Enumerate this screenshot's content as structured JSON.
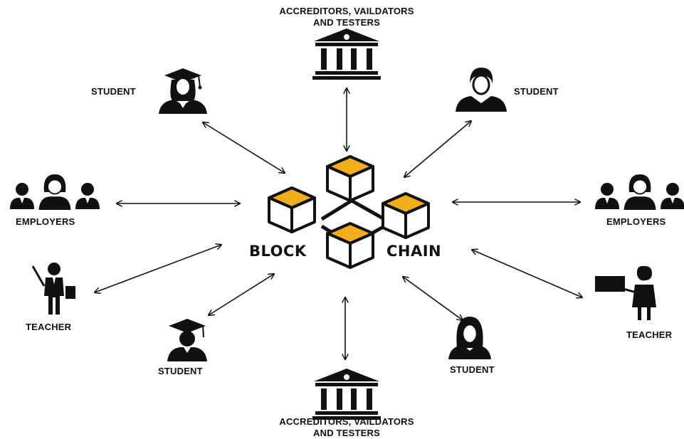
{
  "colors": {
    "ink": "#111111",
    "cube_top": "#f2ad1c",
    "cube_face": "#ffffff",
    "background": "#ffffff"
  },
  "center": {
    "word_left": "BLOCK",
    "word_right": "CHAIN",
    "icon": "blockchain-cubes-icon"
  },
  "nodes": {
    "accreditors_top": {
      "line1": "ACCREDITORS, VAILDATORS",
      "line2": "AND TESTERS",
      "icon": "institution-building-icon"
    },
    "student_top_left": {
      "label": "STUDENT",
      "icon": "graduate-female-icon"
    },
    "student_top_right": {
      "label": "STUDENT",
      "icon": "student-male-icon"
    },
    "employers_left": {
      "label": "EMPLOYERS",
      "icon": "people-group-icon"
    },
    "employers_right": {
      "label": "EMPLOYERS",
      "icon": "people-group-icon"
    },
    "teacher_left": {
      "label": "TEACHER",
      "icon": "teacher-male-pointer-icon"
    },
    "teacher_right": {
      "label": "TEACHER",
      "icon": "teacher-female-board-icon"
    },
    "student_bottom_left": {
      "label": "STUDENT",
      "icon": "graduate-male-icon"
    },
    "student_bottom_right": {
      "label": "STUDENT",
      "icon": "student-female-icon"
    },
    "accreditors_bottom": {
      "line1": "ACCREDITORS, VAILDATORS",
      "line2": "AND TESTERS",
      "icon": "institution-building-icon"
    }
  }
}
